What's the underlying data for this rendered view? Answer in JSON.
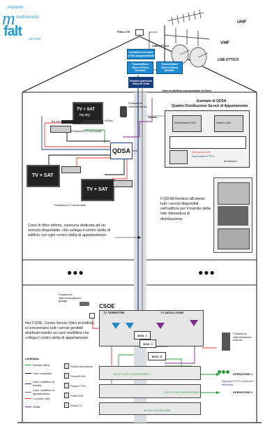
{
  "brand": {
    "line1": "impianto",
    "line2": "multiservizio",
    "name": "falt",
    "since": "dal 1953",
    "color": "#1f9ad6"
  },
  "antennas": {
    "uhf": "UHF",
    "vhf": "VHF",
    "lnb": "LNB OTTICO",
    "filtro_lte": "Filtro LTE",
    "lnb_ottico_small": "LNB OTTICO"
  },
  "rooftop_modules": {
    "centralino": "Centralino terrestre a filtri programmabili",
    "trasm1": "Trasmettitore Ottico (Fibra) Terrestre",
    "trasm2": "Trasmettitore Ottico (Fibra) Satellite",
    "scatola": "Scatola giunzione ottica di testa",
    "cavo_mono": "Cavo multifibra monomodale (8 fibre)"
  },
  "apartment": {
    "tv_main": "TV + SAT",
    "tv_main_sub": "my.sky",
    "tv_left": "TV + SAT",
    "tv_right": "TV + SAT",
    "postazione_princ": "Postazione TV principale",
    "postazione_sec": "Postazioni TV secondarie",
    "postazione_int": "Postazione citofono interno",
    "qdsa": "QDSA",
    "mysky": "my sky",
    "skybox": "HDbox",
    "qdsa_text": "Il QDSA fornisce all'utente tutti i servizi disponibili nell'edificio per il tramite della rete domestica di distribuzione.",
    "fiber_text": "Cavo di fibre ottiche, ciascuna dedicata ad un servizio disponibile, che collega il centro stella di edificio con ogni centro stella di appartamento."
  },
  "qdsa_example": {
    "title": "Esempio di QDSA",
    "subtitle": "Quadro Distribuzione Servizi di Appartamento",
    "alim": "Alimentatore 24V",
    "lan": "Switch LAN",
    "ftth": "Alle prese LAN",
    "ftth2": "Dal modem FTTH",
    "citofono": "Al citofono"
  },
  "floors": {
    "dots": "●●●"
  },
  "csoe": {
    "title": "CSOE",
    "terr": "TV TERRESTRE",
    "sat": "TV SATELLITARE",
    "mod1": "MOD. 1",
    "mod2": "MOD. 2",
    "modn": "MOD. N",
    "text": "Nel CSOE, Centro Servizi Ottici di Edificio, si concentrano tutti i servizi gestibili distribuiti tramite un cavo multifibra che collega il centro stella di appartamento.",
    "video": "Postazione videosorveglianza garage",
    "videocit": "Postazione videocitofonica esterna",
    "op1": "OPERATORE 1",
    "op2": "OPERATORE 2",
    "ftth_op": "Operatori FTTH (Internet + telefonia)",
    "voce1": "VOCE E DATI OPERATORE 1",
    "voce2": "VOCE E DATI OPERATORE 2",
    "altro": "ALTRO OPERATORE"
  },
  "legend": {
    "title": "LEGENDA:",
    "items": [
      {
        "label": "Bretella ottica",
        "color": "#2b9a3c"
      },
      {
        "label": "Cavo coassiale",
        "color": "#000000"
      },
      {
        "label": "Cavo multifibra di testata",
        "color": "#1a3a7a"
      },
      {
        "label": "Cavo multifibra di appartamento",
        "color": "#6a6a6a"
      },
      {
        "label": "Cordone LAN",
        "color": "#e23a2a"
      },
      {
        "label": "HDMI",
        "color": "#7a2a8a"
      }
    ],
    "prese": [
      {
        "label": "Presa derivazione"
      },
      {
        "label": "Presa RJ45"
      },
      {
        "label": "Presa FTTH"
      },
      {
        "label": "Presa SAT"
      },
      {
        "label": "Presa TV"
      }
    ]
  }
}
